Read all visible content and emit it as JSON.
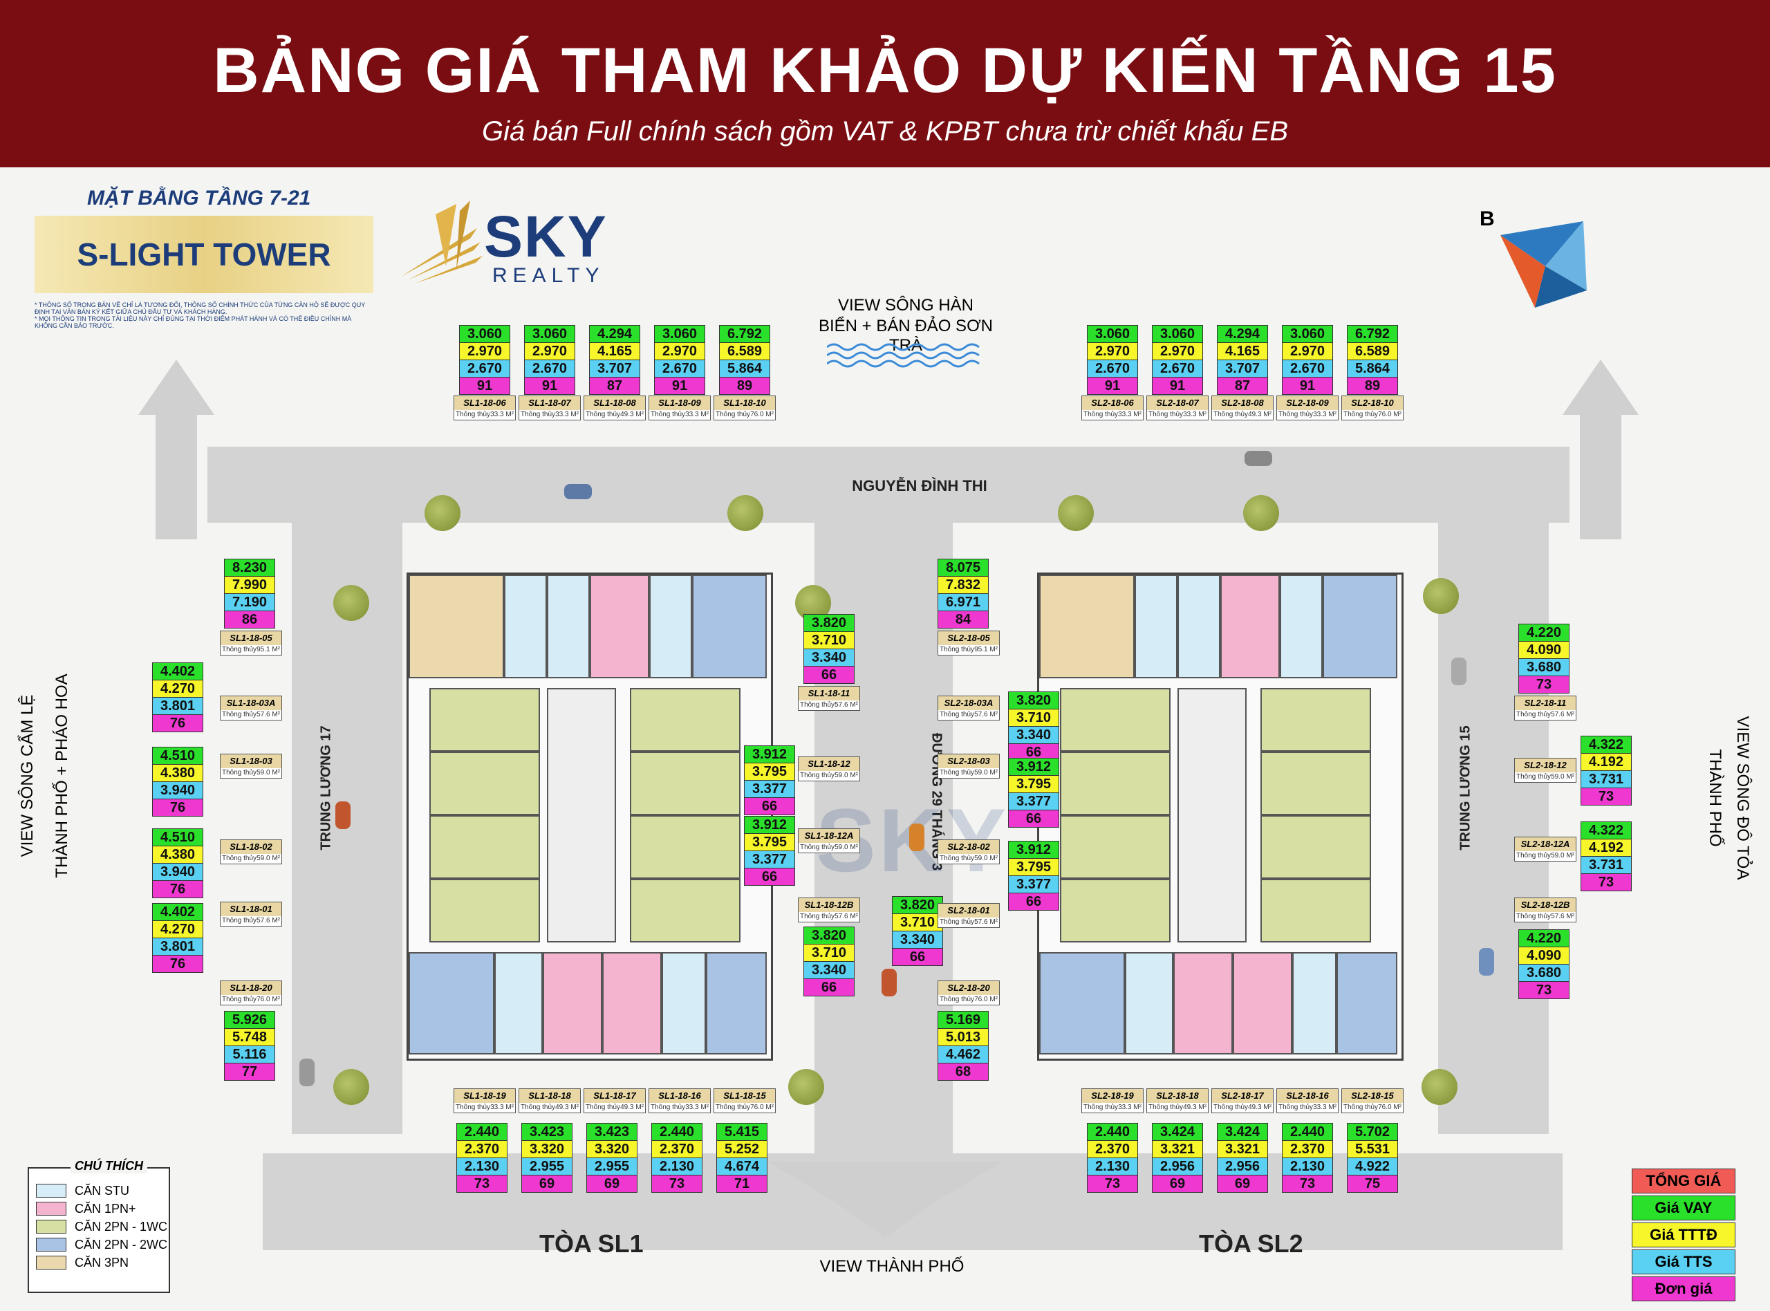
{
  "header": {
    "title": "BẢNG GIÁ THAM KHẢO DỰ KIẾN TẦNG 15",
    "subtitle": "Giá bán Full chính sách gồm VAT & KPBT chưa trừ chiết khấu EB"
  },
  "brand": {
    "plan_label": "MẶT BẰNG TẦNG 7-21",
    "tower_name": "S-LIGHT TOWER",
    "logo_main": "SKY",
    "logo_sub": "REALTY",
    "compass_letter": "B",
    "disclaimer_1": "* THÔNG SỐ TRONG BẢN VẼ CHỈ LÀ TƯƠNG ĐỐI, THÔNG SỐ CHÍNH THỨC CỦA TỪNG CĂN HỘ SẼ ĐƯỢC QUY ĐỊNH TẠI VĂN BẢN KÝ KẾT GIỮA CHỦ ĐẦU TƯ VÀ KHÁCH HÀNG.",
    "disclaimer_2": "* MỌI THÔNG TIN TRONG TÀI LIỆU NÀY CHỈ ĐÚNG TẠI THỜI ĐIỂM PHÁT HÀNH VÀ CÓ THỂ ĐIỀU CHỈNH MÀ KHÔNG CẦN BÁO TRƯỚC."
  },
  "map_labels": {
    "view_top_1": "VIEW SÔNG HÀN",
    "view_top_2": "BIỂN + BÁN ĐẢO SƠN TRÀ",
    "street_top": "NGUYỄN ĐÌNH THI",
    "street_left": "TRUNG LƯƠNG 17",
    "street_mid": "ĐƯỜNG 29 THÁNG 3",
    "street_right": "TRUNG LƯƠNG 15",
    "view_left_1": "VIEW SÔNG CẨM LỆ",
    "view_left_2": "THÀNH PHỐ + PHÁO HOA",
    "view_right_1": "VIEW SÔNG ĐÔ TỎA",
    "view_right_2": "THÀNH PHỐ",
    "view_bottom": "VIEW THÀNH PHỐ",
    "tower_sl1": "TÒA SL1",
    "tower_sl2": "TÒA SL2",
    "area_label": "Thông thủy"
  },
  "legend": {
    "title": "CHÚ THÍCH",
    "items": [
      {
        "label": "CĂN STU",
        "color": "#d6ecf6"
      },
      {
        "label": "CĂN 1PN+",
        "color": "#f4b3cf"
      },
      {
        "label": "CĂN 2PN - 1WC",
        "color": "#d7dfa2"
      },
      {
        "label": "CĂN 2PN - 2WC",
        "color": "#a9c3e4"
      },
      {
        "label": "CĂN 3PN",
        "color": "#ecd8ad"
      }
    ]
  },
  "price_key": [
    "TỔNG GIÁ",
    "Giá VAY",
    "Giá TTTĐ",
    "Giá TTS",
    "Đơn giá"
  ],
  "units": [
    {
      "code": "SL1-18-06",
      "area": "33.3 M²",
      "prices": [
        "3.060",
        "2.970",
        "2.670",
        "91"
      ]
    },
    {
      "code": "SL1-18-07",
      "area": "33.3 M²",
      "prices": [
        "3.060",
        "2.970",
        "2.670",
        "91"
      ]
    },
    {
      "code": "SL1-18-08",
      "area": "49.3 M²",
      "prices": [
        "4.294",
        "4.165",
        "3.707",
        "87"
      ]
    },
    {
      "code": "SL1-18-09",
      "area": "33.3 M²",
      "prices": [
        "3.060",
        "2.970",
        "2.670",
        "91"
      ]
    },
    {
      "code": "SL1-18-10",
      "area": "76.0 M²",
      "prices": [
        "6.792",
        "6.589",
        "5.864",
        "89"
      ]
    },
    {
      "code": "SL2-18-06",
      "area": "33.3 M²",
      "prices": [
        "3.060",
        "2.970",
        "2.670",
        "91"
      ]
    },
    {
      "code": "SL2-18-07",
      "area": "33.3 M²",
      "prices": [
        "3.060",
        "2.970",
        "2.670",
        "91"
      ]
    },
    {
      "code": "SL2-18-08",
      "area": "49.3 M²",
      "prices": [
        "4.294",
        "4.165",
        "3.707",
        "87"
      ]
    },
    {
      "code": "SL2-18-09",
      "area": "33.3 M²",
      "prices": [
        "3.060",
        "2.970",
        "2.670",
        "91"
      ]
    },
    {
      "code": "SL2-18-10",
      "area": "76.0 M²",
      "prices": [
        "6.792",
        "6.589",
        "5.864",
        "89"
      ]
    },
    {
      "code": "SL1-18-05",
      "area": "95.1 M²",
      "prices": [
        "8.230",
        "7.990",
        "7.190",
        "86"
      ]
    },
    {
      "code": "SL1-18-03A",
      "area": "57.6 M²",
      "prices": [
        "4.402",
        "4.270",
        "3.801",
        "76"
      ]
    },
    {
      "code": "SL1-18-03",
      "area": "59.0 M²",
      "prices": [
        "4.510",
        "4.380",
        "3.940",
        "76"
      ]
    },
    {
      "code": "SL1-18-02",
      "area": "59.0 M²",
      "prices": [
        "4.510",
        "4.380",
        "3.940",
        "76"
      ]
    },
    {
      "code": "SL1-18-01",
      "area": "57.6 M²",
      "prices": [
        "4.402",
        "4.270",
        "3.801",
        "76"
      ]
    },
    {
      "code": "SL1-18-20",
      "area": "76.0 M²",
      "prices": [
        "5.926",
        "5.748",
        "5.116",
        "77"
      ]
    },
    {
      "code": "SL1-18-11",
      "area": "57.6 M²",
      "prices": [
        "3.820",
        "3.710",
        "3.340",
        "66"
      ]
    },
    {
      "code": "SL1-18-12",
      "area": "59.0 M²",
      "prices": [
        "3.912",
        "3.795",
        "3.377",
        "66"
      ]
    },
    {
      "code": "SL1-18-12A",
      "area": "59.0 M²",
      "prices": [
        "3.912",
        "3.795",
        "3.377",
        "66"
      ]
    },
    {
      "code": "SL1-18-12B",
      "area": "57.6 M²",
      "prices": [
        "3.820",
        "3.710",
        "3.340",
        "66"
      ]
    },
    {
      "code": "SL2-18-05",
      "area": "95.1 M²",
      "prices": [
        "8.075",
        "7.832",
        "6.971",
        "84"
      ]
    },
    {
      "code": "SL2-18-03A",
      "area": "57.6 M²",
      "prices": [
        "3.820",
        "3.710",
        "3.340",
        "66"
      ]
    },
    {
      "code": "SL2-18-03",
      "area": "59.0 M²",
      "prices": [
        "3.912",
        "3.795",
        "3.377",
        "66"
      ]
    },
    {
      "code": "SL2-18-02",
      "area": "59.0 M²",
      "prices": [
        "3.912",
        "3.795",
        "3.377",
        "66"
      ]
    },
    {
      "code": "SL2-18-01",
      "area": "57.6 M²",
      "prices": [
        "3.820",
        "3.710",
        "3.340",
        "66"
      ]
    },
    {
      "code": "SL2-18-20",
      "area": "76.0 M²",
      "prices": [
        "5.169",
        "5.013",
        "4.462",
        "68"
      ]
    },
    {
      "code": "SL2-18-11",
      "area": "57.6 M²",
      "prices": [
        "4.220",
        "4.090",
        "3.680",
        "73"
      ]
    },
    {
      "code": "SL2-18-12",
      "area": "59.0 M²",
      "prices": [
        "4.322",
        "4.192",
        "3.731",
        "73"
      ]
    },
    {
      "code": "SL2-18-12A",
      "area": "59.0 M²",
      "prices": [
        "4.322",
        "4.192",
        "3.731",
        "73"
      ]
    },
    {
      "code": "SL2-18-12B",
      "area": "57.6 M²",
      "prices": [
        "4.220",
        "4.090",
        "3.680",
        "73"
      ]
    },
    {
      "code": "SL1-18-19",
      "area": "33.3 M²",
      "prices": [
        "2.440",
        "2.370",
        "2.130",
        "73"
      ]
    },
    {
      "code": "SL1-18-18",
      "area": "49.3 M²",
      "prices": [
        "3.423",
        "3.320",
        "2.955",
        "69"
      ]
    },
    {
      "code": "SL1-18-17",
      "area": "49.3 M²",
      "prices": [
        "3.423",
        "3.320",
        "2.955",
        "69"
      ]
    },
    {
      "code": "SL1-18-16",
      "area": "33.3 M²",
      "prices": [
        "2.440",
        "2.370",
        "2.130",
        "73"
      ]
    },
    {
      "code": "SL1-18-15",
      "area": "76.0 M²",
      "prices": [
        "5.415",
        "5.252",
        "4.674",
        "71"
      ]
    },
    {
      "code": "SL2-18-19",
      "area": "33.3 M²",
      "prices": [
        "2.440",
        "2.370",
        "2.130",
        "73"
      ]
    },
    {
      "code": "SL2-18-18",
      "area": "49.3 M²",
      "prices": [
        "3.424",
        "3.321",
        "2.956",
        "69"
      ]
    },
    {
      "code": "SL2-18-17",
      "area": "49.3 M²",
      "prices": [
        "3.424",
        "3.321",
        "2.956",
        "69"
      ]
    },
    {
      "code": "SL2-18-16",
      "area": "33.3 M²",
      "prices": [
        "2.440",
        "2.370",
        "2.130",
        "73"
      ]
    },
    {
      "code": "SL2-18-15",
      "area": "76.0 M²",
      "prices": [
        "5.702",
        "5.531",
        "4.922",
        "75"
      ]
    }
  ]
}
